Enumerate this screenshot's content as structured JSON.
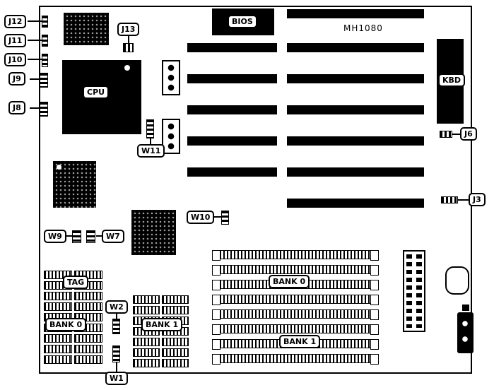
{
  "board": {
    "model": "MH1080",
    "chips": {
      "bios": "BIOS",
      "cpu": "CPU",
      "kbd": "KBD"
    },
    "jumpers": {
      "j12": "J12",
      "j11": "J11",
      "j10": "J10",
      "j9": "J9",
      "j8": "J8",
      "j13": "J13",
      "j6": "J6",
      "j3": "J3",
      "w11": "W11",
      "w10": "W10",
      "w9": "W9",
      "w7": "W7",
      "w2": "W2",
      "w1": "W1"
    },
    "memory": {
      "tag": "TAG",
      "dip_bank0": "BANK 0",
      "dip_bank1": "BANK 1",
      "simm_bank0": "BANK 0",
      "simm_bank1": "BANK 1"
    }
  }
}
